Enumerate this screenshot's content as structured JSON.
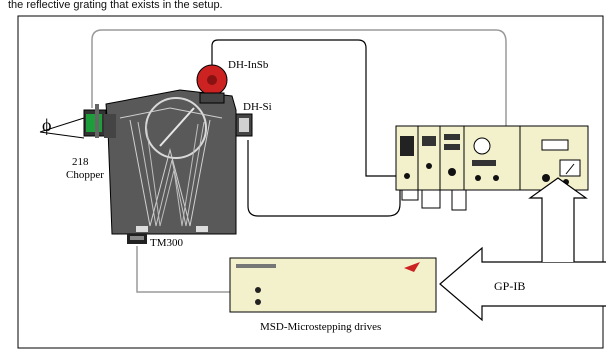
{
  "caption": "the reflective grating that exists in the setup.",
  "labels": {
    "phi": "ϕ",
    "chopper_number": "218",
    "chopper": "Chopper",
    "detector_insb": "DH-InSb",
    "detector_si": "DH-Si",
    "monochromator": "TM300",
    "msd": "MSD-Microstepping drives",
    "gpib": "GP-IB"
  },
  "colors": {
    "monochromator_body": "#595959",
    "console_panel": "#f3f0cc",
    "insb_detector": "#cc2222",
    "chopper_green": "#1e9e3a",
    "gray_cable": "#9a9a9a"
  }
}
